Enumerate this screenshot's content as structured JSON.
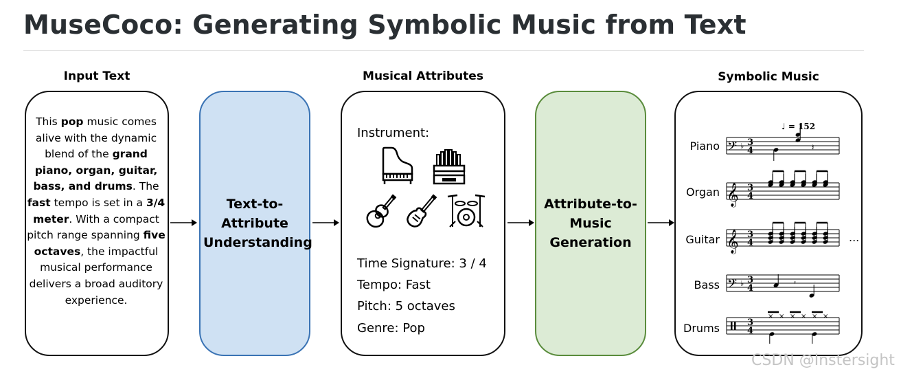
{
  "title": "MuseCoco: Generating Symbolic Music from Text",
  "headings": {
    "input": "Input Text",
    "attributes": "Musical Attributes",
    "music": "Symbolic Music"
  },
  "input_text": [
    {
      "t": "This ",
      "b": false
    },
    {
      "t": "pop",
      "b": true
    },
    {
      "t": " music comes alive with the dynamic blend of the ",
      "b": false
    },
    {
      "t": "grand piano, organ, guitar, bass, and drums",
      "b": true
    },
    {
      "t": ". The ",
      "b": false
    },
    {
      "t": "fast",
      "b": true
    },
    {
      "t": " tempo is set in a ",
      "b": false
    },
    {
      "t": "3/4 meter",
      "b": true
    },
    {
      "t": ". With a compact pitch range spanning ",
      "b": false
    },
    {
      "t": "five octaves",
      "b": true
    },
    {
      "t": ", the impactful musical performance delivers a broad auditory experience.",
      "b": false
    }
  ],
  "stages": {
    "text_to_attribute": "Text-to-Attribute Understanding",
    "attribute_to_music": "Attribute-to-Music Generation"
  },
  "attributes": {
    "instrument_label": "Instrument:",
    "icons": [
      "grand-piano-icon",
      "organ-icon",
      "acoustic-guitar-icon",
      "electric-bass-icon",
      "drum-kit-icon"
    ],
    "time_signature": "Time Signature: 3 / 4",
    "tempo": "Tempo: Fast",
    "pitch": "Pitch: 5 octaves",
    "genre": "Genre: Pop"
  },
  "score": {
    "tempo_mark": "♩ = 152",
    "time_sig_top": "3",
    "time_sig_bottom": "4",
    "instruments": [
      "Piano",
      "Organ",
      "Guitar",
      "Bass",
      "Drums"
    ],
    "continuation": "..."
  },
  "watermark": "CSDN @Instersight",
  "colors": {
    "blue_fill": "#cfe1f3",
    "blue_border": "#3a73b4",
    "green_fill": "#dcebd5",
    "green_border": "#5a8c3c"
  }
}
